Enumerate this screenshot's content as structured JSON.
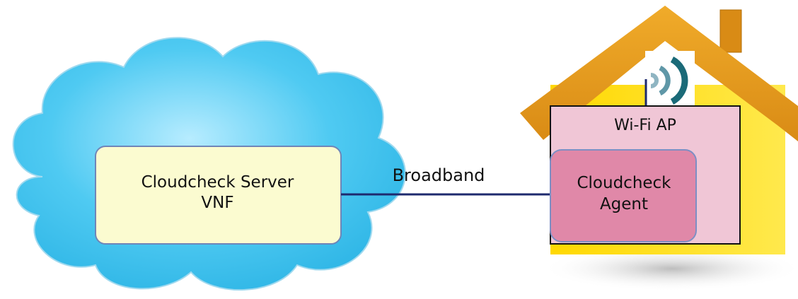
{
  "cloud": {
    "server_box": {
      "line1": "Cloudcheck Server",
      "line2": "VNF"
    },
    "colors": {
      "cloud_fill": "#3fc6f0",
      "box_fill": "#fbfbd0"
    }
  },
  "link": {
    "label": "Broadband",
    "color": "#1e2a6e"
  },
  "house": {
    "access_point": {
      "label": "Wi-Fi AP",
      "color": "#f0c6d6"
    },
    "agent": {
      "line1": "Cloudcheck",
      "line2": "Agent",
      "color": "#e088a8"
    },
    "wifi_icon": "wifi-signal-icon",
    "colors": {
      "wall": "#ffe31a",
      "roof": "#e39a1e"
    }
  }
}
